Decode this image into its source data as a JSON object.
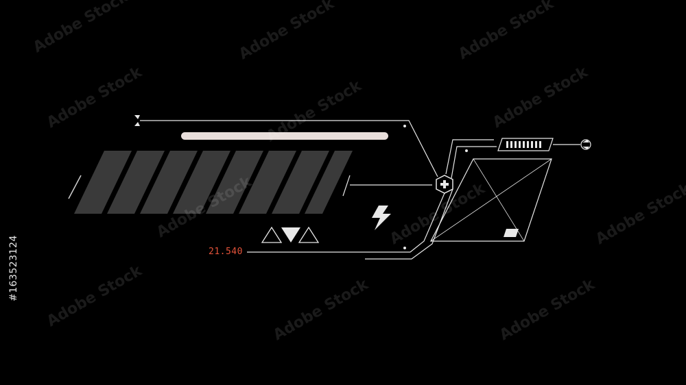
{
  "hud": {
    "readout_value": "21.540",
    "accent_color": "#e4533a",
    "line_color": "#e8e8e8",
    "stripe_color": "#3a3a3a"
  },
  "watermark": {
    "text": "Adobe Stock"
  },
  "stock_id": "#163523124"
}
